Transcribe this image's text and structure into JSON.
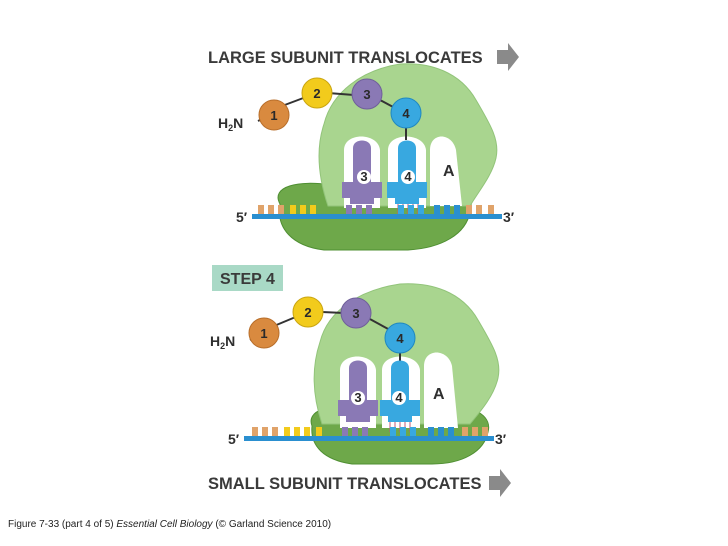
{
  "headings": {
    "top": "LARGE SUBUNIT TRANSLOCATES",
    "bottom": "SMALL SUBUNIT TRANSLOCATES",
    "step": "STEP 4"
  },
  "labels": {
    "h2n_prefix": "H",
    "h2n_sub": "2",
    "h2n_suffix": "N",
    "five_prime": "5′",
    "three_prime": "3′",
    "a_site": "A"
  },
  "amino_acids": [
    "1",
    "2",
    "3",
    "4"
  ],
  "trnas": [
    "3",
    "4"
  ],
  "caption": {
    "prefix": "Figure 7-33 (part 4 of 5)",
    "book": "Essential Cell Biology",
    "suffix": "(© Garland Science 2010)"
  },
  "colors": {
    "ribosome_large": "#a9d58f",
    "ribosome_small": "#6ea84a",
    "mrna": "#2a8fd0",
    "aa1": "#d98a3f",
    "aa2": "#f2cb1c",
    "aa3": "#8a79b5",
    "aa4": "#38a8e0",
    "step_box": "#a9d9c6",
    "arrow": "#8a8a8a"
  }
}
